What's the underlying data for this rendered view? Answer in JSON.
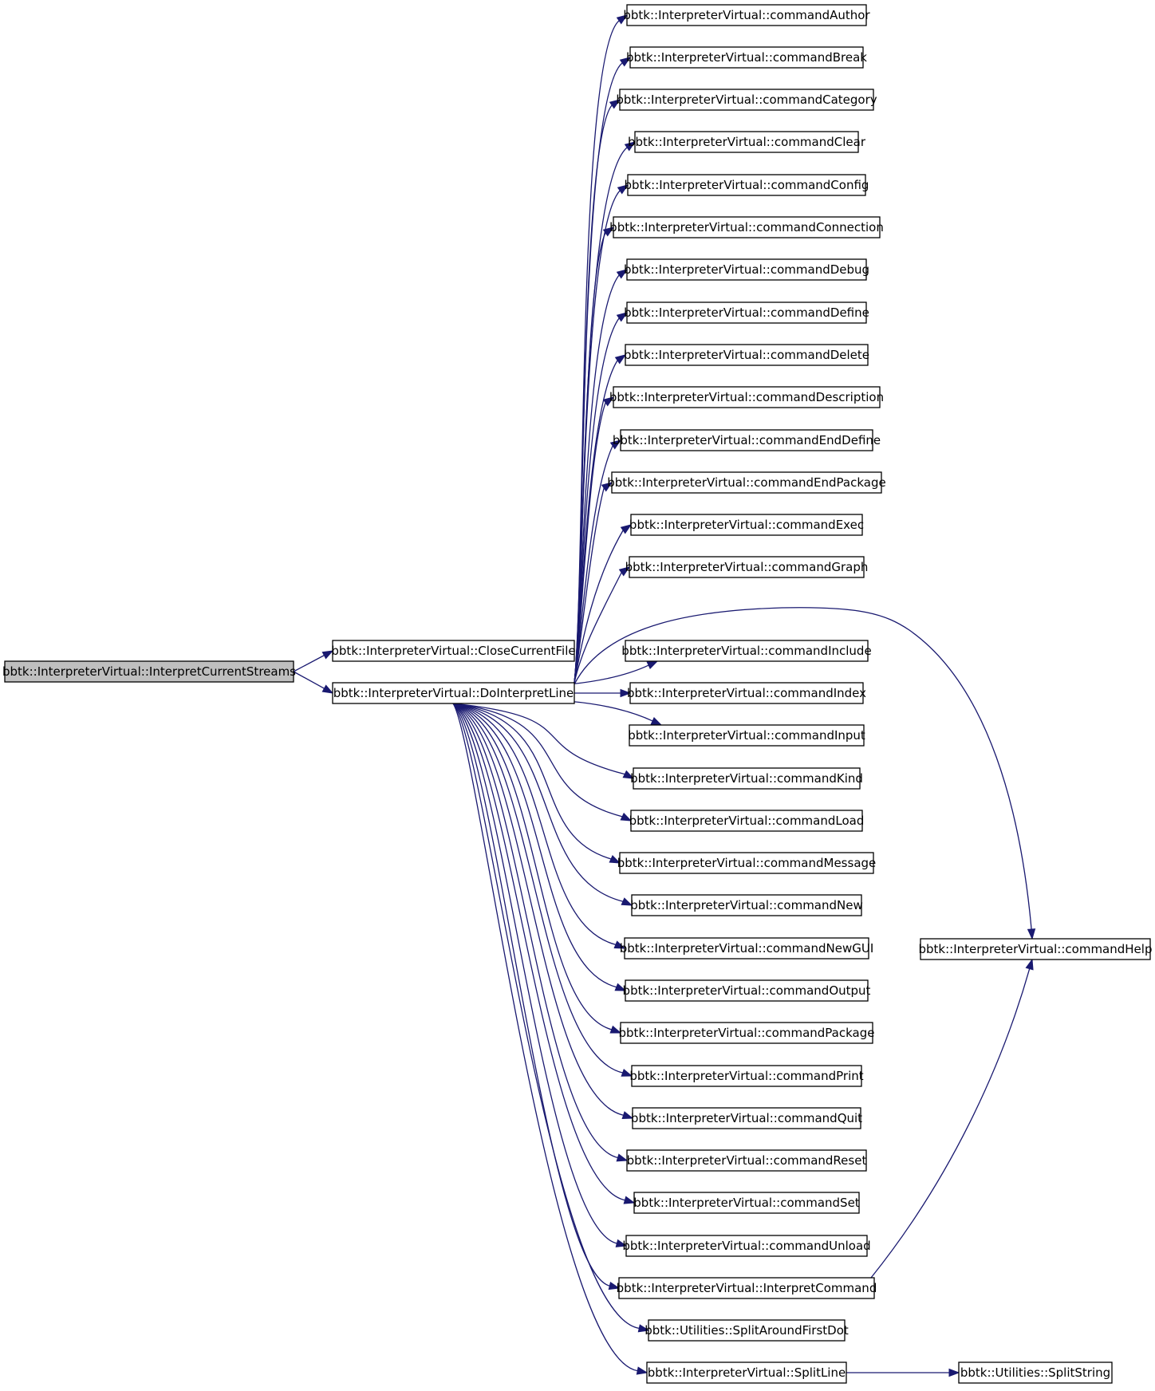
{
  "graph": {
    "colors": {
      "edge": "#191970",
      "node_border": "#000000",
      "root_fill": "#bfbfbf",
      "node_fill": "#ffffff"
    },
    "nodes": [
      {
        "id": "n0",
        "label": "bbtk::InterpreterVirtual::InterpretCurrentStreams",
        "root": true
      },
      {
        "id": "n1",
        "label": "bbtk::InterpreterVirtual::CloseCurrentFile"
      },
      {
        "id": "n2",
        "label": "bbtk::InterpreterVirtual::DoInterpretLine"
      },
      {
        "id": "c0",
        "label": "bbtk::InterpreterVirtual::commandAuthor"
      },
      {
        "id": "c1",
        "label": "bbtk::InterpreterVirtual::commandBreak"
      },
      {
        "id": "c2",
        "label": "bbtk::InterpreterVirtual::commandCategory"
      },
      {
        "id": "c3",
        "label": "bbtk::InterpreterVirtual::commandClear"
      },
      {
        "id": "c4",
        "label": "bbtk::InterpreterVirtual::commandConfig"
      },
      {
        "id": "c5",
        "label": "bbtk::InterpreterVirtual::commandConnection"
      },
      {
        "id": "c6",
        "label": "bbtk::InterpreterVirtual::commandDebug"
      },
      {
        "id": "c7",
        "label": "bbtk::InterpreterVirtual::commandDefine"
      },
      {
        "id": "c8",
        "label": "bbtk::InterpreterVirtual::commandDelete"
      },
      {
        "id": "c9",
        "label": "bbtk::InterpreterVirtual::commandDescription"
      },
      {
        "id": "c10",
        "label": "bbtk::InterpreterVirtual::commandEndDefine"
      },
      {
        "id": "c11",
        "label": "bbtk::InterpreterVirtual::commandEndPackage"
      },
      {
        "id": "c12",
        "label": "bbtk::InterpreterVirtual::commandExec"
      },
      {
        "id": "c13",
        "label": "bbtk::InterpreterVirtual::commandGraph"
      },
      {
        "id": "c14",
        "label": "bbtk::InterpreterVirtual::commandInclude"
      },
      {
        "id": "c15",
        "label": "bbtk::InterpreterVirtual::commandIndex"
      },
      {
        "id": "c16",
        "label": "bbtk::InterpreterVirtual::commandInput"
      },
      {
        "id": "c17",
        "label": "bbtk::InterpreterVirtual::commandKind"
      },
      {
        "id": "c18",
        "label": "bbtk::InterpreterVirtual::commandLoad"
      },
      {
        "id": "c19",
        "label": "bbtk::InterpreterVirtual::commandMessage"
      },
      {
        "id": "c20",
        "label": "bbtk::InterpreterVirtual::commandNew"
      },
      {
        "id": "c21",
        "label": "bbtk::InterpreterVirtual::commandNewGUI"
      },
      {
        "id": "c22",
        "label": "bbtk::InterpreterVirtual::commandOutput"
      },
      {
        "id": "c23",
        "label": "bbtk::InterpreterVirtual::commandPackage"
      },
      {
        "id": "c24",
        "label": "bbtk::InterpreterVirtual::commandPrint"
      },
      {
        "id": "c25",
        "label": "bbtk::InterpreterVirtual::commandQuit"
      },
      {
        "id": "c26",
        "label": "bbtk::InterpreterVirtual::commandReset"
      },
      {
        "id": "c27",
        "label": "bbtk::InterpreterVirtual::commandSet"
      },
      {
        "id": "c28",
        "label": "bbtk::InterpreterVirtual::commandUnload"
      },
      {
        "id": "c29",
        "label": "bbtk::InterpreterVirtual::InterpretCommand"
      },
      {
        "id": "c30",
        "label": "bbtk::Utilities::SplitAroundFirstDot"
      },
      {
        "id": "c31",
        "label": "bbtk::InterpreterVirtual::SplitLine"
      },
      {
        "id": "h",
        "label": "bbtk::InterpreterVirtual::commandHelp"
      },
      {
        "id": "s",
        "label": "bbtk::Utilities::SplitString"
      }
    ],
    "edges": [
      [
        "n0",
        "n1"
      ],
      [
        "n0",
        "n2"
      ],
      [
        "n2",
        "c0"
      ],
      [
        "n2",
        "c1"
      ],
      [
        "n2",
        "c2"
      ],
      [
        "n2",
        "c3"
      ],
      [
        "n2",
        "c4"
      ],
      [
        "n2",
        "c5"
      ],
      [
        "n2",
        "c6"
      ],
      [
        "n2",
        "c7"
      ],
      [
        "n2",
        "c8"
      ],
      [
        "n2",
        "c9"
      ],
      [
        "n2",
        "c10"
      ],
      [
        "n2",
        "c11"
      ],
      [
        "n2",
        "c12"
      ],
      [
        "n2",
        "c13"
      ],
      [
        "n2",
        "h"
      ],
      [
        "n2",
        "c14"
      ],
      [
        "n2",
        "c15"
      ],
      [
        "n2",
        "c16"
      ],
      [
        "n2",
        "c17"
      ],
      [
        "n2",
        "c18"
      ],
      [
        "n2",
        "c19"
      ],
      [
        "n2",
        "c20"
      ],
      [
        "n2",
        "c21"
      ],
      [
        "n2",
        "c22"
      ],
      [
        "n2",
        "c23"
      ],
      [
        "n2",
        "c24"
      ],
      [
        "n2",
        "c25"
      ],
      [
        "n2",
        "c26"
      ],
      [
        "n2",
        "c27"
      ],
      [
        "n2",
        "c28"
      ],
      [
        "n2",
        "c29"
      ],
      [
        "n2",
        "c30"
      ],
      [
        "n2",
        "c31"
      ],
      [
        "c29",
        "h"
      ],
      [
        "c31",
        "s"
      ]
    ]
  }
}
